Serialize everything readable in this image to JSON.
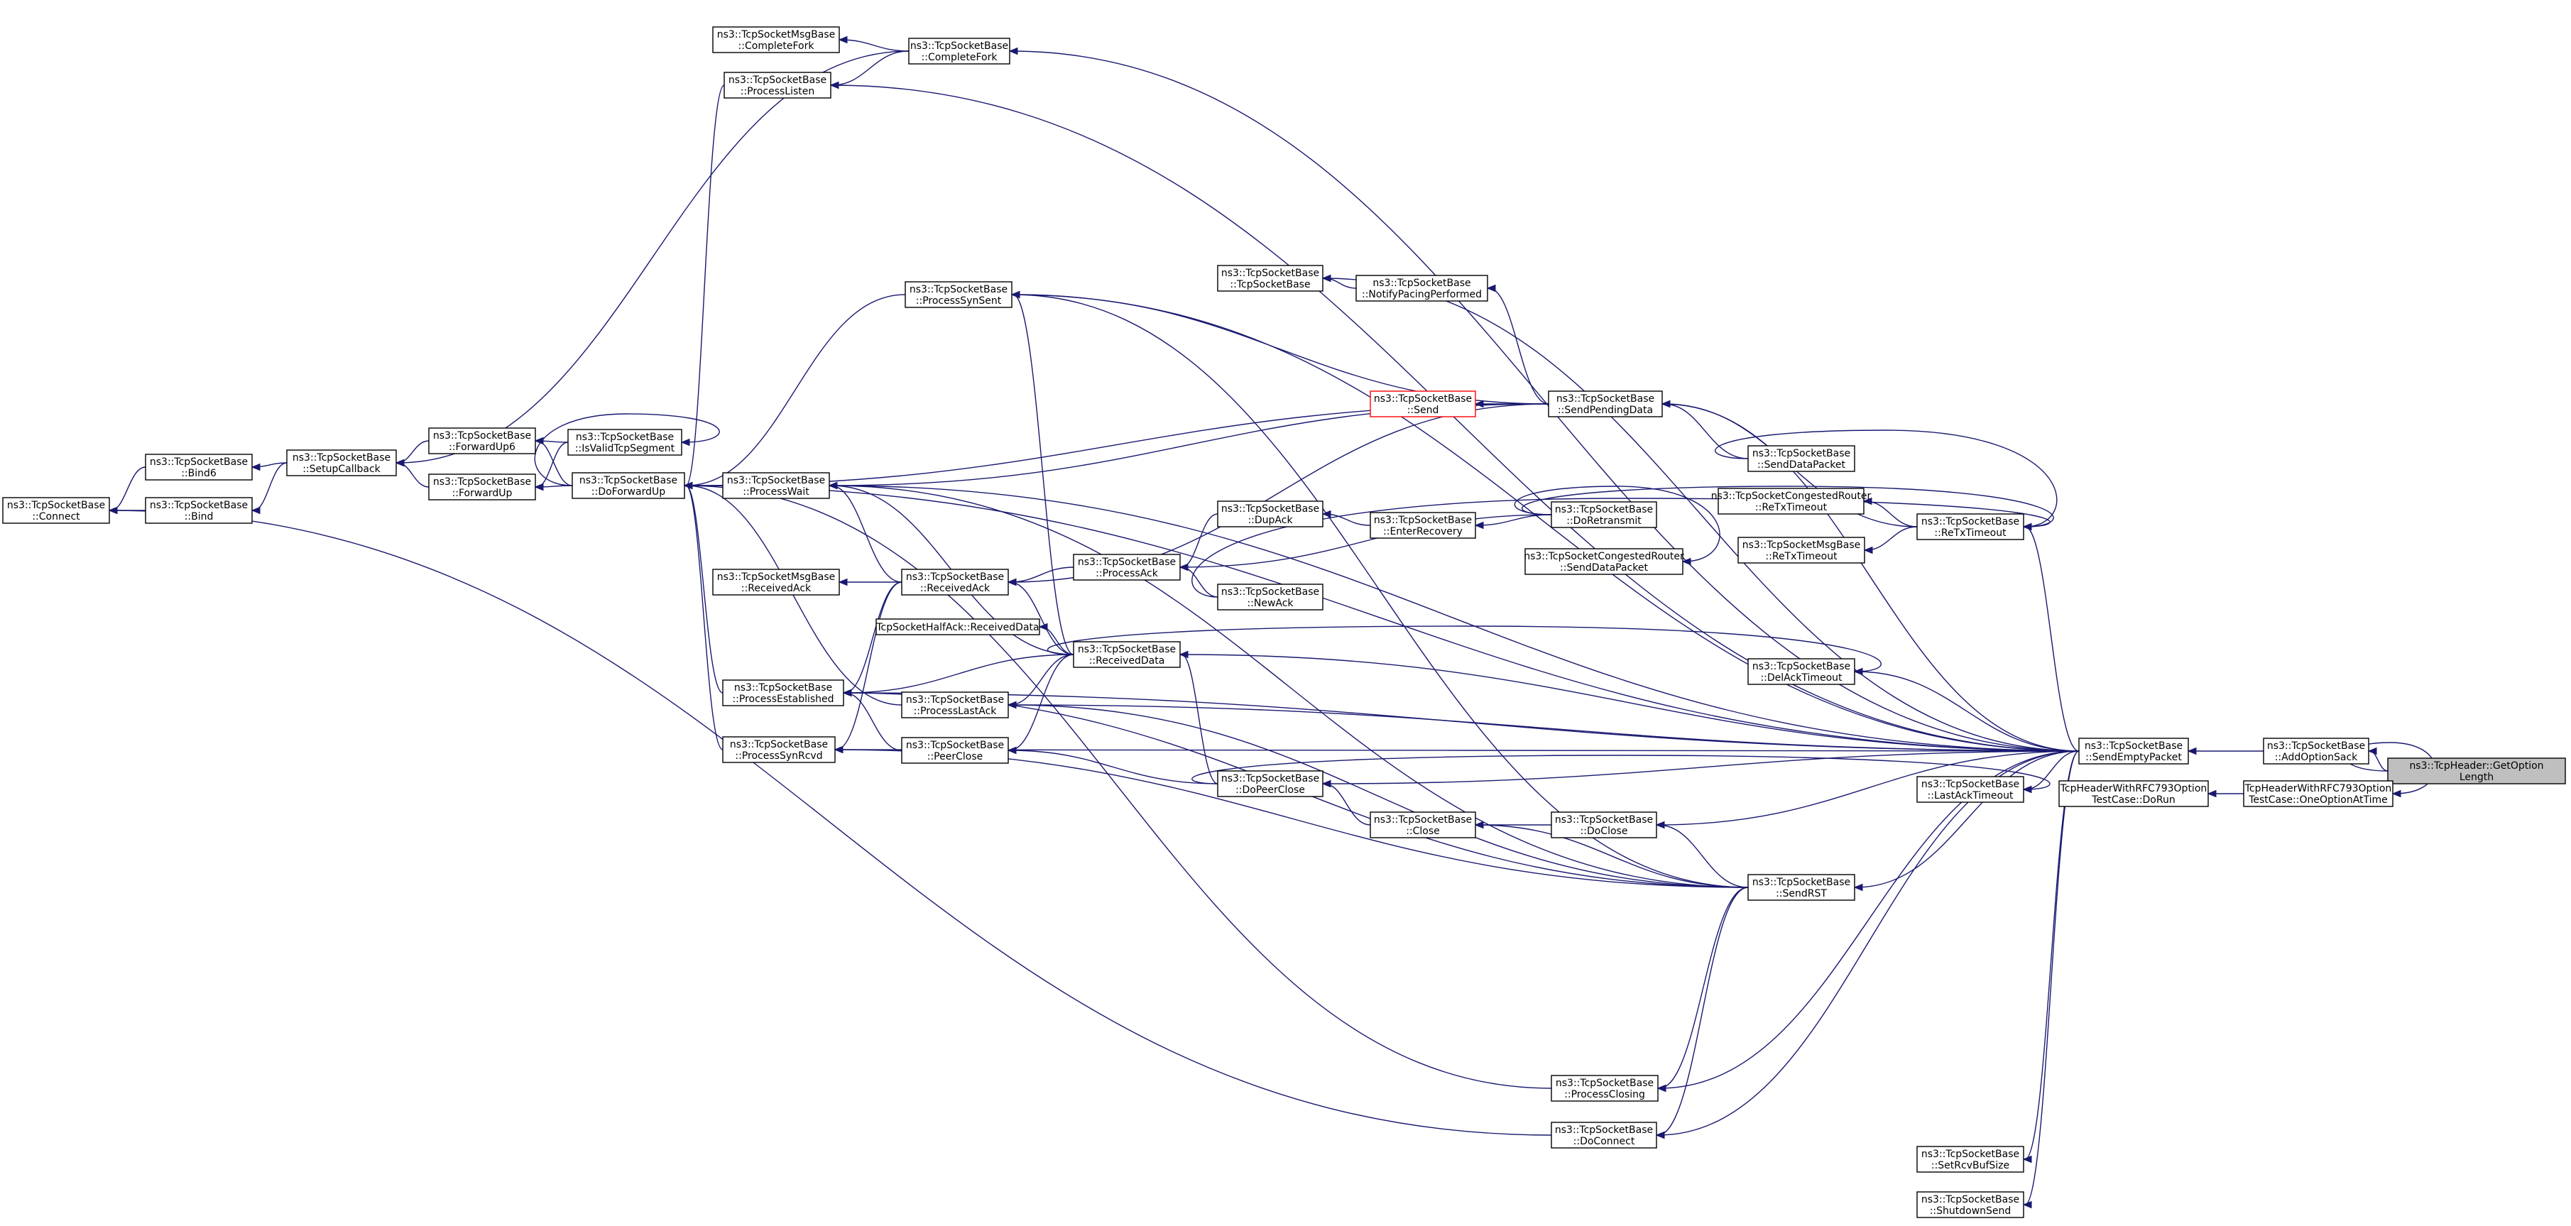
{
  "nodes": [
    {
      "id": "getoptionlength",
      "lines": [
        "ns3::TcpHeader::GetOption",
        "Length"
      ],
      "style": "gray"
    },
    {
      "id": "addoptionsack",
      "lines": [
        "ns3::TcpSocketBase",
        "::AddOptionSack"
      ]
    },
    {
      "id": "oneoptionattime",
      "lines": [
        "TcpHeaderWithRFC793Option",
        "TestCase::OneOptionAtTime"
      ]
    },
    {
      "id": "sendemptypacket",
      "lines": [
        "ns3::TcpSocketBase",
        "::SendEmptyPacket"
      ]
    },
    {
      "id": "dorun",
      "lines": [
        "TcpHeaderWithRFC793Option",
        "TestCase::DoRun"
      ]
    },
    {
      "id": "completefork",
      "lines": [
        "ns3::TcpSocketBase",
        "::CompleteFork"
      ]
    },
    {
      "id": "msgbase_completefork",
      "lines": [
        "ns3::TcpSocketMsgBase",
        "::CompleteFork"
      ]
    },
    {
      "id": "processlisten",
      "lines": [
        "ns3::TcpSocketBase",
        "::ProcessListen"
      ]
    },
    {
      "id": "processsynsent",
      "lines": [
        "ns3::TcpSocketBase",
        "::ProcessSynSent"
      ]
    },
    {
      "id": "ctor",
      "lines": [
        "ns3::TcpSocketBase",
        "::TcpSocketBase"
      ]
    },
    {
      "id": "notifypacing",
      "lines": [
        "ns3::TcpSocketBase",
        "::NotifyPacingPerformed"
      ]
    },
    {
      "id": "send",
      "lines": [
        "ns3::TcpSocketBase",
        "::Send"
      ],
      "style": "red"
    },
    {
      "id": "sendpendingdata",
      "lines": [
        "ns3::TcpSocketBase",
        "::SendPendingData"
      ]
    },
    {
      "id": "senddatapacket",
      "lines": [
        "ns3::TcpSocketBase",
        "::SendDataPacket"
      ]
    },
    {
      "id": "congested_retx",
      "lines": [
        "ns3::TcpSocketCongestedRouter",
        "::ReTxTimeout"
      ]
    },
    {
      "id": "retxtimeout",
      "lines": [
        "ns3::TcpSocketBase",
        "::ReTxTimeout"
      ]
    },
    {
      "id": "msgbase_retx",
      "lines": [
        "ns3::TcpSocketMsgBase",
        "::ReTxTimeout"
      ]
    },
    {
      "id": "congested_senddata",
      "lines": [
        "ns3::TcpSocketCongestedRouter",
        "::SendDataPacket"
      ]
    },
    {
      "id": "doretransmit",
      "lines": [
        "ns3::TcpSocketBase",
        "::DoRetransmit"
      ]
    },
    {
      "id": "enterrecovery",
      "lines": [
        "ns3::TcpSocketBase",
        "::EnterRecovery"
      ]
    },
    {
      "id": "dupack",
      "lines": [
        "ns3::TcpSocketBase",
        "::DupAck"
      ]
    },
    {
      "id": "processack",
      "lines": [
        "ns3::TcpSocketBase",
        "::ProcessAck"
      ]
    },
    {
      "id": "newack",
      "lines": [
        "ns3::TcpSocketBase",
        "::NewAck"
      ]
    },
    {
      "id": "receivedack",
      "lines": [
        "ns3::TcpSocketBase",
        "::ReceivedAck"
      ]
    },
    {
      "id": "msgbase_receivedack",
      "lines": [
        "ns3::TcpSocketMsgBase",
        "::ReceivedAck"
      ]
    },
    {
      "id": "halfack",
      "lines": [
        "TcpSocketHalfAck::ReceivedData"
      ]
    },
    {
      "id": "receiveddata",
      "lines": [
        "ns3::TcpSocketBase",
        "::ReceivedData"
      ]
    },
    {
      "id": "delacktimeout",
      "lines": [
        "ns3::TcpSocketBase",
        "::DelAckTimeout"
      ]
    },
    {
      "id": "processestablished",
      "lines": [
        "ns3::TcpSocketBase",
        "::ProcessEstablished"
      ]
    },
    {
      "id": "processlastack",
      "lines": [
        "ns3::TcpSocketBase",
        "::ProcessLastAck"
      ]
    },
    {
      "id": "processsynrcvd",
      "lines": [
        "ns3::TcpSocketBase",
        "::ProcessSynRcvd"
      ]
    },
    {
      "id": "peerclose",
      "lines": [
        "ns3::TcpSocketBase",
        "::PeerClose"
      ]
    },
    {
      "id": "dopeerclose",
      "lines": [
        "ns3::TcpSocketBase",
        "::DoPeerClose"
      ]
    },
    {
      "id": "lastacktimeout",
      "lines": [
        "ns3::TcpSocketBase",
        "::LastAckTimeout"
      ]
    },
    {
      "id": "close",
      "lines": [
        "ns3::TcpSocketBase",
        "::Close"
      ]
    },
    {
      "id": "doclose",
      "lines": [
        "ns3::TcpSocketBase",
        "::DoClose"
      ]
    },
    {
      "id": "sendrst",
      "lines": [
        "ns3::TcpSocketBase",
        "::SendRST"
      ]
    },
    {
      "id": "processclosing",
      "lines": [
        "ns3::TcpSocketBase",
        "::ProcessClosing"
      ]
    },
    {
      "id": "doconnect",
      "lines": [
        "ns3::TcpSocketBase",
        "::DoConnect"
      ]
    },
    {
      "id": "setrcvbufsize",
      "lines": [
        "ns3::TcpSocketBase",
        "::SetRcvBufSize"
      ]
    },
    {
      "id": "shutdownsend",
      "lines": [
        "ns3::TcpSocketBase",
        "::ShutdownSend"
      ]
    },
    {
      "id": "processwait",
      "lines": [
        "ns3::TcpSocketBase",
        "::ProcessWait"
      ]
    },
    {
      "id": "doforwardup",
      "lines": [
        "ns3::TcpSocketBase",
        "::DoForwardUp"
      ]
    },
    {
      "id": "isvalidtcpsegment",
      "lines": [
        "ns3::TcpSocketBase",
        "::IsValidTcpSegment"
      ]
    },
    {
      "id": "forwardup6",
      "lines": [
        "ns3::TcpSocketBase",
        "::ForwardUp6"
      ]
    },
    {
      "id": "forwardup",
      "lines": [
        "ns3::TcpSocketBase",
        "::ForwardUp"
      ]
    },
    {
      "id": "setupcallback",
      "lines": [
        "ns3::TcpSocketBase",
        "::SetupCallback"
      ]
    },
    {
      "id": "bind6",
      "lines": [
        "ns3::TcpSocketBase",
        "::Bind6"
      ]
    },
    {
      "id": "bind",
      "lines": [
        "ns3::TcpSocketBase",
        "::Bind"
      ]
    },
    {
      "id": "connect",
      "lines": [
        "ns3::TcpSocketBase",
        "::Connect"
      ]
    }
  ],
  "edges": [
    [
      "getoptionlength",
      "addoptionsack"
    ],
    [
      "getoptionlength",
      "oneoptionattime"
    ],
    [
      "addoptionsack",
      "sendemptypacket"
    ],
    [
      "oneoptionattime",
      "dorun"
    ],
    [
      "sendemptypacket",
      "completefork"
    ],
    [
      "sendemptypacket",
      "processlisten"
    ],
    [
      "sendemptypacket",
      "processsynsent"
    ],
    [
      "sendemptypacket",
      "ctor"
    ],
    [
      "sendemptypacket",
      "sendpendingdata"
    ],
    [
      "sendemptypacket",
      "retxtimeout"
    ],
    [
      "sendemptypacket",
      "receiveddata"
    ],
    [
      "sendemptypacket",
      "delacktimeout"
    ],
    [
      "sendemptypacket",
      "processlastack"
    ],
    [
      "sendemptypacket",
      "dopeerclose"
    ],
    [
      "sendemptypacket",
      "lastacktimeout"
    ],
    [
      "sendemptypacket",
      "doclose"
    ],
    [
      "sendemptypacket",
      "sendrst"
    ],
    [
      "sendemptypacket",
      "processestablished"
    ],
    [
      "sendemptypacket",
      "processsynrcvd"
    ],
    [
      "sendemptypacket",
      "processclosing"
    ],
    [
      "sendemptypacket",
      "doconnect"
    ],
    [
      "sendemptypacket",
      "setrcvbufsize"
    ],
    [
      "sendemptypacket",
      "shutdownsend"
    ],
    [
      "sendemptypacket",
      "processwait"
    ],
    [
      "sendemptypacket",
      "doforwardup"
    ],
    [
      "completefork",
      "msgbase_completefork"
    ],
    [
      "completefork",
      "processlisten"
    ],
    [
      "completefork",
      "setupcallback"
    ],
    [
      "processlisten",
      "doforwardup"
    ],
    [
      "processsynsent",
      "doforwardup"
    ],
    [
      "sendpendingdata",
      "processsynsent"
    ],
    [
      "sendpendingdata",
      "notifypacing"
    ],
    [
      "sendpendingdata",
      "send"
    ],
    [
      "sendpendingdata",
      "receivedack"
    ],
    [
      "sendpendingdata",
      "doforwardup"
    ],
    [
      "sendpendingdata",
      "processwait"
    ],
    [
      "senddatapacket",
      "sendpendingdata"
    ],
    [
      "senddatapacket",
      "retxtimeout"
    ],
    [
      "notifypacing",
      "ctor"
    ],
    [
      "retxtimeout",
      "congested_retx"
    ],
    [
      "retxtimeout",
      "msgbase_retx"
    ],
    [
      "retxtimeout",
      "sendpendingdata"
    ],
    [
      "doretransmit",
      "congested_senddata"
    ],
    [
      "doretransmit",
      "enterrecovery"
    ],
    [
      "doretransmit",
      "processack"
    ],
    [
      "doretransmit",
      "retxtimeout"
    ],
    [
      "enterrecovery",
      "dupack"
    ],
    [
      "dupack",
      "processack"
    ],
    [
      "newack",
      "retxtimeout"
    ],
    [
      "newack",
      "processack"
    ],
    [
      "processack",
      "receivedack"
    ],
    [
      "receivedack",
      "msgbase_receivedack"
    ],
    [
      "receivedack",
      "processwait"
    ],
    [
      "receivedack",
      "processestablished"
    ],
    [
      "receivedack",
      "processsynrcvd"
    ],
    [
      "receiveddata",
      "halfack"
    ],
    [
      "receiveddata",
      "receivedack"
    ],
    [
      "receiveddata",
      "processestablished"
    ],
    [
      "receiveddata",
      "processlastack"
    ],
    [
      "receiveddata",
      "peerclose"
    ],
    [
      "receiveddata",
      "processsynsent"
    ],
    [
      "receiveddata",
      "processwait"
    ],
    [
      "receiveddata",
      "delacktimeout"
    ],
    [
      "processlastack",
      "doforwardup"
    ],
    [
      "processestablished",
      "doforwardup"
    ],
    [
      "processsynrcvd",
      "doforwardup"
    ],
    [
      "peerclose",
      "processestablished"
    ],
    [
      "dopeerclose",
      "receiveddata"
    ],
    [
      "dopeerclose",
      "peerclose"
    ],
    [
      "dopeerclose",
      "lastacktimeout"
    ],
    [
      "doclose",
      "close"
    ],
    [
      "close",
      "dopeerclose"
    ],
    [
      "sendrst",
      "processsynsent"
    ],
    [
      "sendrst",
      "processwait"
    ],
    [
      "sendrst",
      "processlastack"
    ],
    [
      "sendrst",
      "processestablished"
    ],
    [
      "sendrst",
      "processsynrcvd"
    ],
    [
      "sendrst",
      "close"
    ],
    [
      "sendrst",
      "doclose"
    ],
    [
      "sendrst",
      "processclosing"
    ],
    [
      "sendrst",
      "doconnect"
    ],
    [
      "processclosing",
      "doforwardup"
    ],
    [
      "doconnect",
      "connect"
    ],
    [
      "processwait",
      "doforwardup"
    ],
    [
      "doforwardup",
      "isvalidtcpsegment"
    ],
    [
      "doforwardup",
      "forwardup6"
    ],
    [
      "doforwardup",
      "forwardup"
    ],
    [
      "isvalidtcpsegment",
      "forwardup6"
    ],
    [
      "isvalidtcpsegment",
      "forwardup"
    ],
    [
      "forwardup6",
      "setupcallback"
    ],
    [
      "forwardup",
      "setupcallback"
    ],
    [
      "setupcallback",
      "bind6"
    ],
    [
      "setupcallback",
      "bind"
    ],
    [
      "bind6",
      "connect"
    ],
    [
      "bind",
      "connect"
    ]
  ]
}
